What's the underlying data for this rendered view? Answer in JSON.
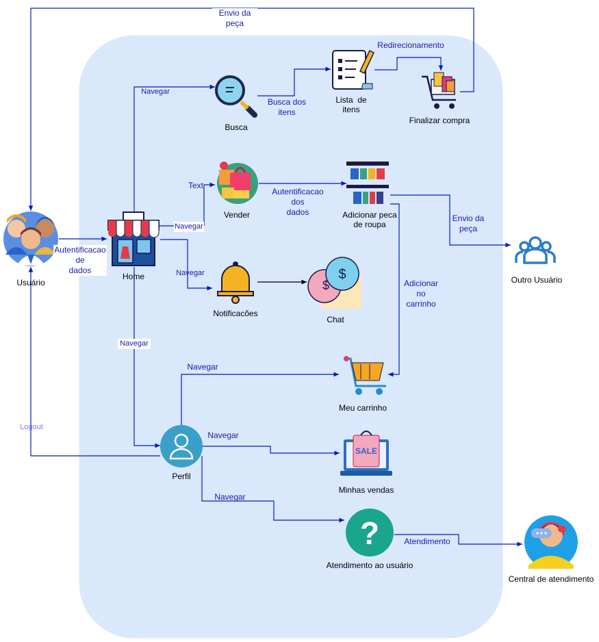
{
  "nodes": {
    "usuario": "Usuário",
    "home": "Home",
    "busca": "Busca",
    "lista": "Lista  de\nitens",
    "finalizar": "Finalizar compra",
    "vender": "Vender",
    "adicionar_peca": "Adicionar peca\nde roupa",
    "outro_usuario": "Outro Usuário",
    "notificacoes": "Notificacões",
    "chat": "Chat",
    "meu_carrinho": "Meu carrinho",
    "perfil": "Perfil",
    "minhas_vendas": "Minhas vendas",
    "atendimento_usuario": "Atendimento ao usuário",
    "central": "Central de atendimento"
  },
  "edges": {
    "envio_peca_top": "Envio da\npeça",
    "redirecionamento": "Redirecionamento",
    "navegar_busca": "Navegar",
    "busca_dos_itens": "Busca dos\nitens",
    "text": "Text",
    "autentic_vender": "Autentificacao\ndos\ndados",
    "navegar_vender": "Navegar",
    "envio_peca_outro": "Envio da\npeça",
    "autentic_usuario": "Autentificacao\nde\ndados",
    "navegar_notif": "Navegar",
    "adicionar_carrinho": "Adicionar\nno\ncarrinho",
    "navegar_home_perfil": "Navegar",
    "navegar_carrinho": "Navegar",
    "logout": "Logout",
    "navegar_vendas": "Navegar",
    "navegar_atendimento": "Navegar",
    "atendimento": "Atendimento"
  },
  "icons": {
    "usuario": "user-group-icon",
    "home": "storefront-icon",
    "busca": "magnifier-icon",
    "lista": "checklist-icon",
    "finalizar": "shopping-cart-bags-icon",
    "vender": "gift-bags-icon",
    "adicionar_peca": "clothes-rack-icon",
    "outro_usuario": "users-outline-icon",
    "notificacoes": "bell-icon",
    "chat": "chat-bubbles-icon",
    "meu_carrinho": "cart-icon",
    "perfil": "profile-icon",
    "minhas_vendas": "laptop-sale-icon",
    "atendimento_usuario": "question-icon",
    "central": "support-agent-icon"
  },
  "colors": {
    "panel": "#dae8fc",
    "edge": "#001dbc",
    "edge_label": "#1a1aa6"
  }
}
